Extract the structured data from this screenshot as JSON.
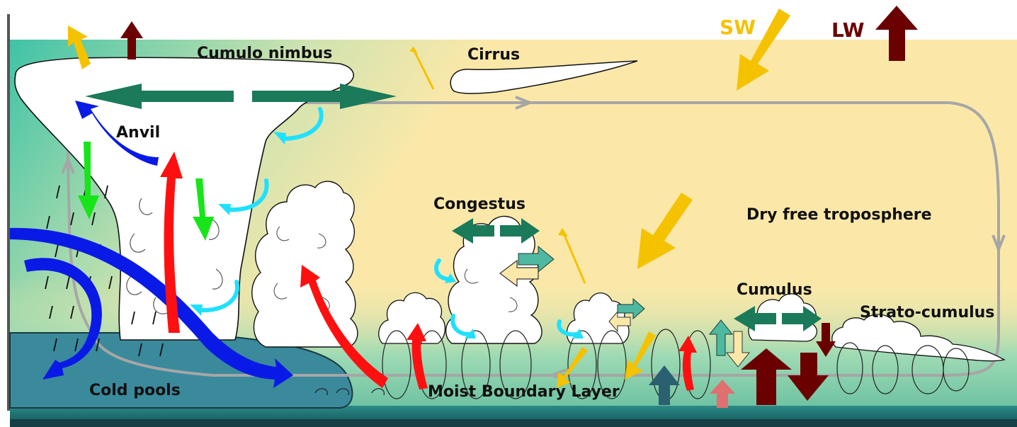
{
  "labels": {
    "cumulonimbus": "Cumulo nimbus",
    "cirrus": "Cirrus",
    "anvil": "Anvil",
    "congestus": "Congestus",
    "dry_troposphere": "Dry free troposphere",
    "cumulus": "Cumulus",
    "stratocumulus": "Strato-cumulus",
    "cold_pools": "Cold pools",
    "boundary_layer": "Moist Boundary Layer",
    "sw": "SW",
    "lw": "LW"
  },
  "colors": {
    "sky_yellow": "#fbe8a9",
    "sky_teal": "#4fc9a8",
    "surface": "#1f6f6e",
    "cold_pool": "#3a8a9c",
    "shortwave": "#f5c200",
    "longwave": "#6b0000",
    "downdraft": "#17e51a",
    "updraft": "#ff1010",
    "inflow": "#0a1ae6",
    "detrainment": "#1a7a5a",
    "entrainment": "#20e0ff",
    "circulation": "#a6a6a6"
  }
}
